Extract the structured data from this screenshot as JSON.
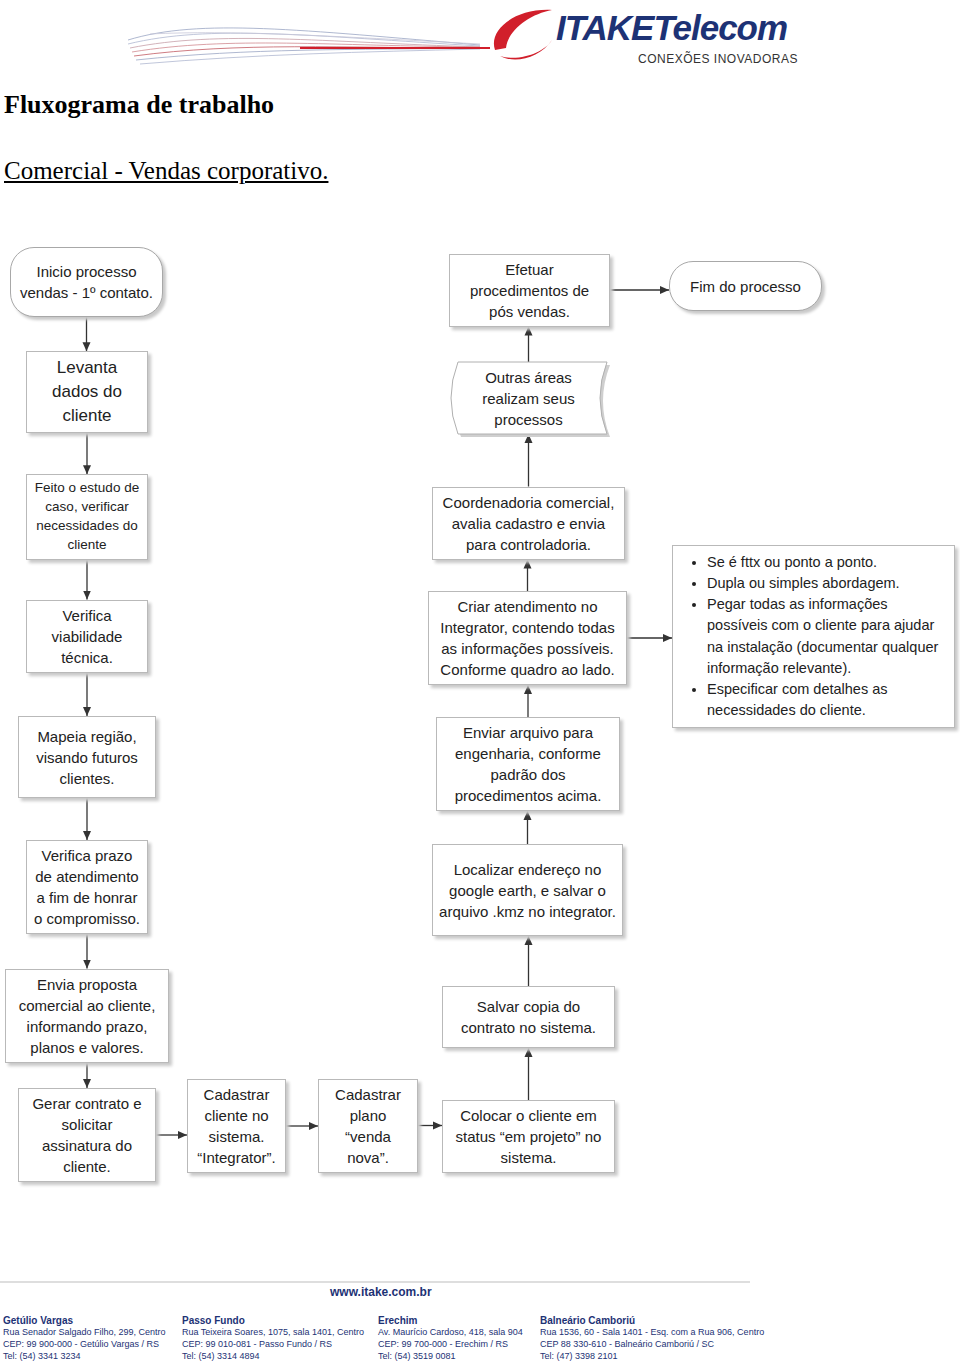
{
  "diagram": {
    "title": "Fluxograma de trabalho",
    "nodes": [
      {
        "text": [
          "Inicio processo vendas - 1º contato."
        ]
      },
      {
        "text": [
          "Levanta dados do cliente"
        ]
      },
      {
        "text": [
          "Feito o estudo de caso, verificar necessidades do cliente"
        ]
      },
      {
        "text": [
          "Verifica viabilidade técnica."
        ]
      },
      {
        "text": [
          "Mapeia região, visando futuros clientes."
        ]
      },
      {
        "text": [
          "Verifica prazo de atendimento a fim de honrar o compromisso."
        ]
      },
      {
        "text": [
          "Envia proposta comercial ao cliente, informando prazo, planos e valores."
        ]
      },
      {
        "text": [
          "Gerar contrato e solicitar assinatura do cliente."
        ]
      },
      {
        "text": [
          "Cadastrar cliente no sistema. “Integrator”."
        ]
      },
      {
        "text": [
          "Cadastrar plano “venda nova”."
        ]
      },
      {
        "text": [
          "Colocar o cliente em status “em projeto” no sistema."
        ]
      },
      {
        "text": [
          "Salvar copia do contrato no sistema."
        ]
      },
      {
        "text": [
          "Localizar endereço no google earth, e salvar o arquivo .kmz no integrator."
        ]
      },
      {
        "text": [
          "Enviar arquivo para engenharia, conforme padrão dos procedimentos acima."
        ]
      },
      {
        "text": [
          "Criar atendimento no Integrator, contendo todas as informações possíveis. Conforme quadro ao lado."
        ]
      },
      {
        "text": [
          "Se é fttx ou ponto a ponto.",
          "Dupla ou simples abordagem.",
          "Pegar todas as informações possíveis com o cliente para ajudar na instalação (documentar qualquer informação relevante).",
          "Especificar com detalhes as necessidades do cliente."
        ]
      },
      {
        "text": [
          "Coordenadoria comercial, avalia cadastro e envia para controladoria."
        ]
      },
      {
        "text": [
          "Outras áreas realizam seus processos"
        ]
      },
      {
        "text": [
          "Efetuar procedimentos de pós vendas."
        ]
      },
      {
        "text": [
          "Fim do processo"
        ]
      }
    ],
    "edges": [
      {
        "from": 0,
        "to": 1,
        "arrow": "to"
      },
      {
        "from": 1,
        "to": 2,
        "arrow": "to"
      },
      {
        "from": 2,
        "to": 3,
        "arrow": "to"
      },
      {
        "from": 3,
        "to": 4,
        "arrow": "to"
      },
      {
        "from": 4,
        "to": 5,
        "arrow": "to"
      },
      {
        "from": 5,
        "to": 6,
        "arrow": "to"
      },
      {
        "from": 6,
        "to": 7,
        "arrow": "to"
      },
      {
        "from": 7,
        "to": 8,
        "arrow": "to"
      },
      {
        "from": 8,
        "to": 9,
        "arrow": "to"
      },
      {
        "from": 9,
        "to": 10,
        "arrow": "to"
      },
      {
        "from": 10,
        "to": 11,
        "arrow": "to"
      },
      {
        "from": 11,
        "to": 12,
        "arrow": "to"
      },
      {
        "from": 12,
        "to": 13,
        "arrow": "to"
      },
      {
        "from": 13,
        "to": 14,
        "arrow": "to"
      },
      {
        "from": 14,
        "to": 15,
        "arrow": "to"
      },
      {
        "from": 14,
        "to": 16,
        "arrow": "to"
      },
      {
        "from": 16,
        "to": 17,
        "arrow": "to"
      },
      {
        "from": 17,
        "to": 18,
        "arrow": "to"
      },
      {
        "from": 18,
        "to": 19,
        "arrow": "to"
      }
    ],
    "labels": [
      "ITAKETelecom",
      "CONEXÕES INOVADORAS",
      "Comercial - Vendas corporativo.",
      "www.itake.com.br",
      "Getúlio Vargas",
      "Rua Senador Salgado Filho, 299, Centro",
      "CEP: 99 900-000 - Getúlio Vargas / RS",
      "Tel: (54) 3341 3234",
      "Passo Fundo",
      "Rua Teixeira Soares, 1075, sala 1401, Centro",
      "CEP: 99 010-081 - Passo Fundo / RS",
      "Tel: (54) 3314 4894",
      "Erechim",
      "Av. Maurício Cardoso, 418, sala 904",
      "CEP: 99 700-000 - Erechim / RS",
      "Tel: (54) 3519 0081",
      "Balneário Camboriú",
      "Rua 1536, 60 - Sala 1401 - Esq. com a Rua 906, Centro",
      "CEP 88 330-610 - Balneário Camboriú / SC",
      "Tel: (47) 3398 2101"
    ]
  }
}
